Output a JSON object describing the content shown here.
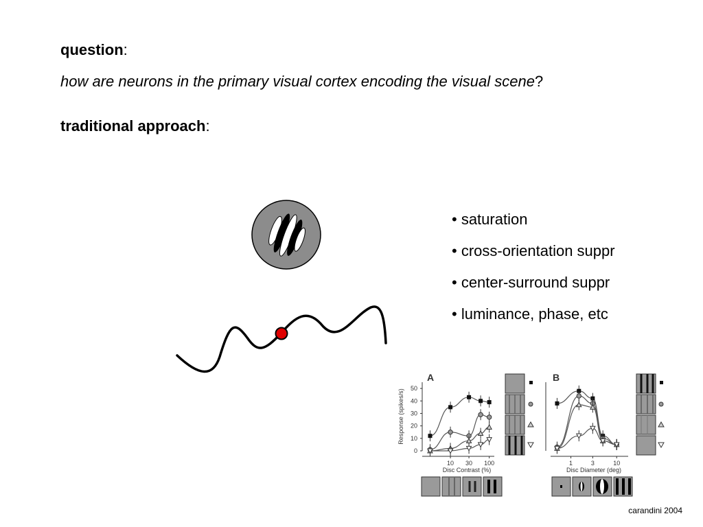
{
  "question": {
    "label": "question",
    "colon": ":"
  },
  "question_text": {
    "text": "how are neurons in the primary visual cortex encoding the visual scene",
    "end": "?"
  },
  "approach": {
    "label": "traditional approach",
    "colon": ":"
  },
  "bullets": [
    "• saturation",
    "• cross-orientation suppr",
    "• center-surround suppr",
    "• luminance, phase, etc"
  ],
  "credit": "carandini 2004",
  "colors": {
    "marker": "#e00000",
    "stimulus_bg": "#8c8c8c"
  },
  "chart_data": [
    {
      "type": "scatter",
      "panel_label": "A",
      "xlabel": "Disc Contrast (%)",
      "ylabel": "Response (spikes/s)",
      "x_scale": "log",
      "xticks": [
        "10",
        "30",
        "100"
      ],
      "yticks": [
        "0",
        "10",
        "20",
        "30",
        "40",
        "50"
      ],
      "ylim": [
        0,
        55
      ],
      "series": [
        {
          "marker": "filled-square",
          "x": [
            3,
            10,
            30,
            60,
            100
          ],
          "y": [
            12,
            35,
            43,
            40,
            39
          ]
        },
        {
          "marker": "circle",
          "x": [
            3,
            10,
            30,
            60,
            100
          ],
          "y": [
            1,
            15,
            12,
            29,
            27
          ]
        },
        {
          "marker": "triangle-up",
          "x": [
            3,
            10,
            30,
            60,
            100
          ],
          "y": [
            0,
            2,
            8,
            14,
            19
          ]
        },
        {
          "marker": "triangle-down",
          "x": [
            3,
            10,
            30,
            60,
            100
          ],
          "y": [
            0,
            0,
            2,
            5,
            9
          ]
        }
      ]
    },
    {
      "type": "scatter",
      "panel_label": "B",
      "xlabel": "Disc Diameter (deg)",
      "x_scale": "log",
      "xticks": [
        "1",
        "3",
        "10"
      ],
      "series": [
        {
          "marker": "filled-square",
          "x": [
            0.5,
            1.5,
            3,
            5,
            10
          ],
          "y": [
            38,
            48,
            42,
            12,
            5
          ]
        },
        {
          "marker": "circle",
          "x": [
            0.5,
            1.5,
            3,
            5,
            10
          ],
          "y": [
            3,
            44,
            38,
            10,
            5
          ]
        },
        {
          "marker": "triangle-up",
          "x": [
            0.5,
            1.5,
            3,
            5,
            10
          ],
          "y": [
            2,
            37,
            35,
            8,
            5
          ]
        },
        {
          "marker": "triangle-down",
          "x": [
            0.5,
            1.5,
            3,
            5,
            10
          ],
          "y": [
            2,
            12,
            18,
            8,
            5
          ]
        }
      ]
    }
  ]
}
